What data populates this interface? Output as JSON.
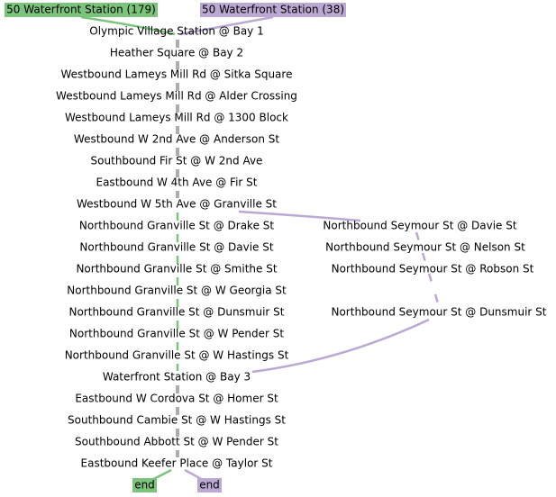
{
  "routes": {
    "green": {
      "label": "50 Waterfront Station (179)",
      "end_label": "end",
      "color": "#7cc47c"
    },
    "purple": {
      "label": "50 Waterfront Station (38)",
      "end_label": "end",
      "color": "#bba9d3"
    }
  },
  "shared_line_color": "#a9afa9",
  "stops": {
    "s1": "Olympic Village Station @ Bay 1",
    "s2": "Heather Square @ Bay 2",
    "s3": "Westbound Lameys Mill Rd @ Sitka Square",
    "s4": "Westbound Lameys Mill Rd @ Alder Crossing",
    "s5": "Westbound Lameys Mill Rd @ 1300 Block",
    "s6": "Westbound W 2nd Ave @ Anderson St",
    "s7": "Southbound Fir St @ W 2nd Ave",
    "s8": "Eastbound W 4th Ave @ Fir St",
    "s9": "Westbound W 5th Ave @ Granville St",
    "g1": "Northbound Granville St @ Drake St",
    "g2": "Northbound Granville St @ Davie St",
    "g3": "Northbound Granville St @ Smithe St",
    "g4": "Northbound Granville St @ W Georgia St",
    "g5": "Northbound Granville St @ Dunsmuir St",
    "g6": "Northbound Granville St @ W Pender St",
    "g7": "Northbound Granville St @ W Hastings St",
    "p1": "Northbound Seymour St @ Davie St",
    "p2": "Northbound Seymour St @ Nelson St",
    "p3": "Northbound Seymour St @ Robson St",
    "p4": "Northbound Seymour St @ Dunsmuir St",
    "w": "Waterfront Station @ Bay 3",
    "e1": "Eastbound W Cordova St @ Homer St",
    "e2": "Southbound Cambie St @ W Hastings St",
    "e3": "Southbound Abbott St @ W Pender St",
    "e4": "Eastbound Keefer Place @ Taylor St"
  }
}
